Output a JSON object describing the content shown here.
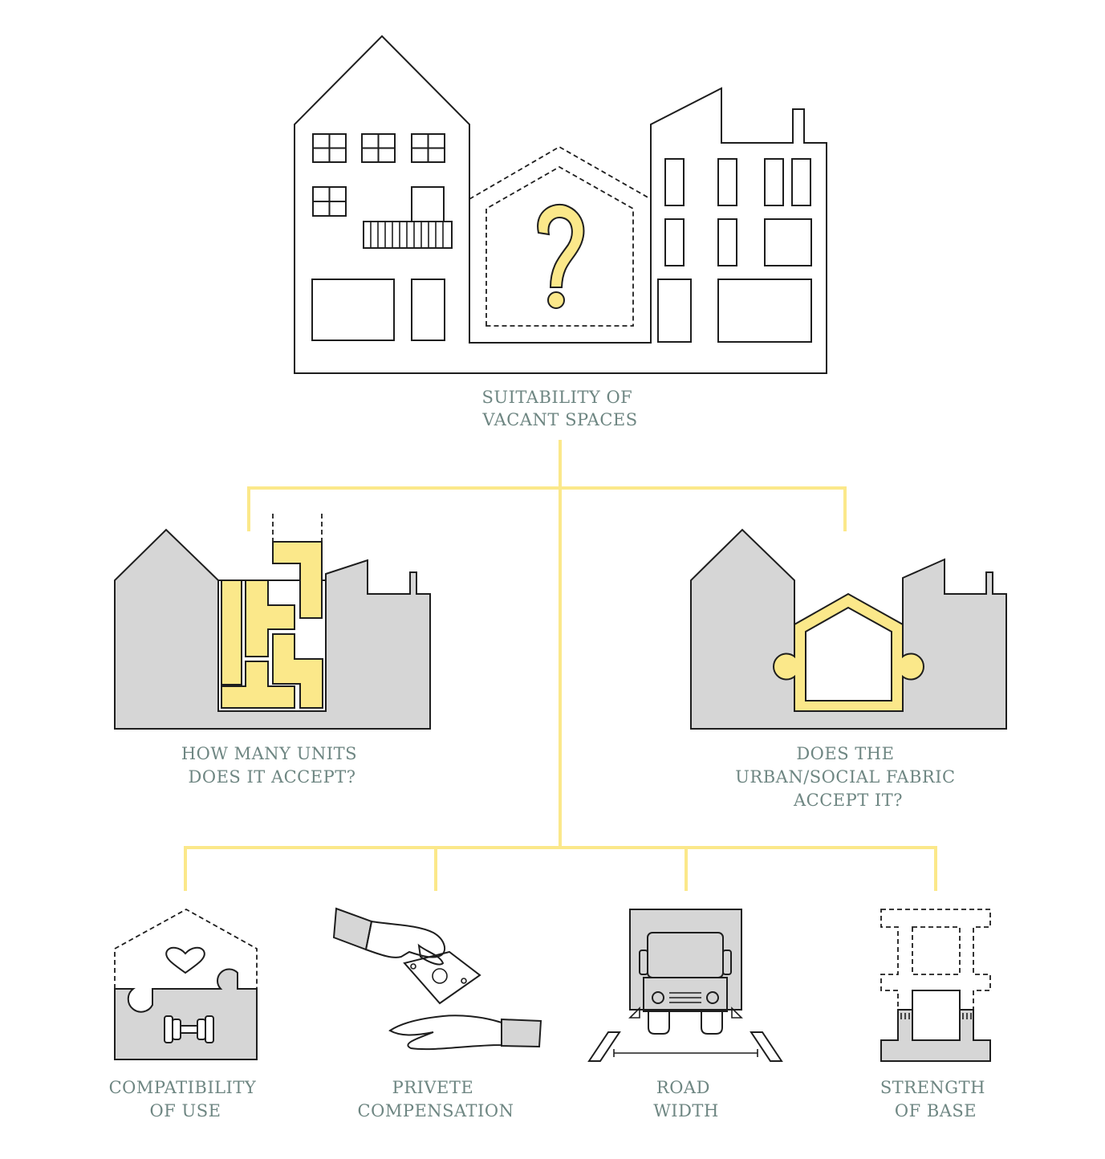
{
  "root": {
    "label_lines": [
      "SUITABILITY OF",
      "VACANT SPACES"
    ],
    "icon": "question-mark-house-icon"
  },
  "level2": [
    {
      "label_lines": [
        "HOW MANY UNITS",
        "DOES IT ACCEPT?"
      ],
      "icon": "stacked-units-icon"
    },
    {
      "label_lines": [
        "DOES THE",
        "URBAN/SOCIAL FABRIC",
        "ACCEPT IT?"
      ],
      "icon": "puzzle-house-icon"
    }
  ],
  "level3": [
    {
      "label_lines": [
        "COMPATIBILITY",
        "OF USE"
      ],
      "icon": "puzzle-heart-dumbbell-icon"
    },
    {
      "label_lines": [
        "PRIVETE",
        "COMPENSATION"
      ],
      "icon": "hand-money-icon"
    },
    {
      "label_lines": [
        "ROAD",
        "WIDTH"
      ],
      "icon": "truck-road-icon"
    },
    {
      "label_lines": [
        "STRENGTH",
        "OF BASE"
      ],
      "icon": "structure-base-icon"
    }
  ],
  "colors": {
    "connector": "#fbe88a",
    "accent_fill": "#fbe88a",
    "building_fill": "#d6d6d6",
    "label_text": "#6e8682",
    "outline": "#1e1e1e"
  }
}
